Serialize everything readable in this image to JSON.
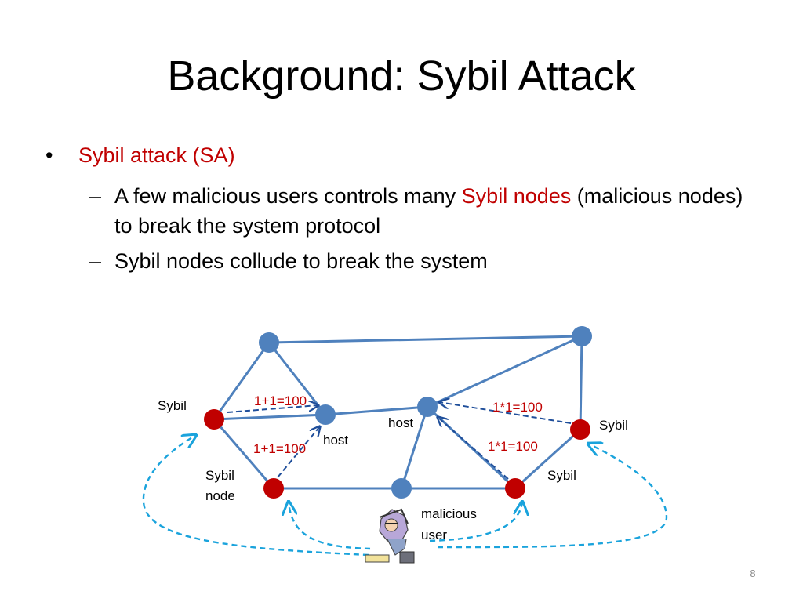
{
  "slide": {
    "title": "Background: Sybil Attack",
    "page_number": "8"
  },
  "bullets": {
    "main": "Sybil attack (SA)",
    "sub1_a": "A few malicious users controls many ",
    "sub1_red": "Sybil nodes",
    "sub1_b": " (malicious nodes) to break the system protocol",
    "sub2": "Sybil nodes collude to break the system"
  },
  "diagram": {
    "labels": {
      "sybil_left": "Sybil",
      "sybil_right": "Sybil",
      "sybil_bottom_right": "Sybil",
      "sybil_node_1": "Sybil",
      "sybil_node_2": "node",
      "host_left": "host",
      "host_center": "host",
      "malicious_1": "malicious",
      "malicious_2": "user"
    },
    "equations": {
      "eq_top_left": "1+1=100",
      "eq_bottom_left": "1+1=100",
      "eq_top_right": "1*1=100",
      "eq_bottom_right": "1*1=100"
    },
    "colors": {
      "honest_node": "#4f81bd",
      "sybil_node": "#c00000",
      "edge": "#4f81bd",
      "sybil_arrow": "#1f4e9a",
      "control_arrow": "#1aa3dc",
      "equation_text": "#c00000"
    }
  }
}
